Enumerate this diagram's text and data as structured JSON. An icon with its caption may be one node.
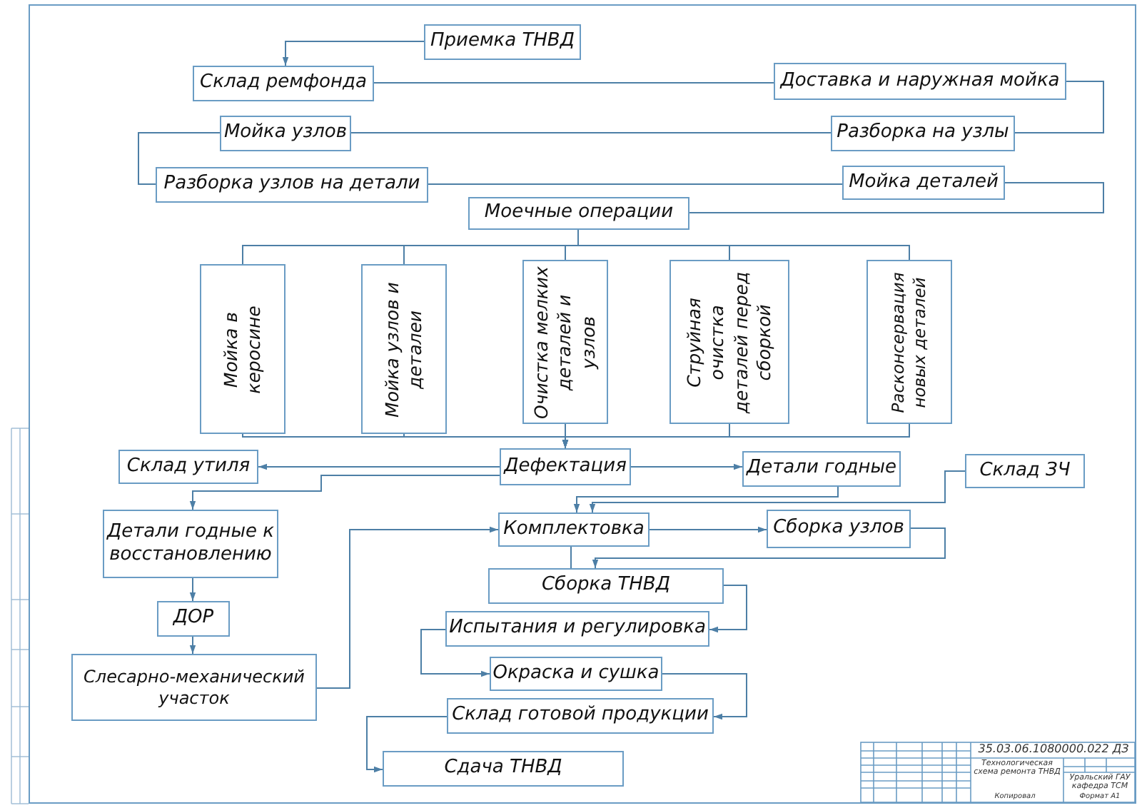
{
  "diagram": {
    "nodes": [
      {
        "text": [
          "Приемка ТНВД"
        ]
      },
      {
        "text": [
          "Склад ремфонда"
        ]
      },
      {
        "text": [
          "Доставка и наружная мойка"
        ]
      },
      {
        "text": [
          "Мойка узлов"
        ]
      },
      {
        "text": [
          "Разборка на узлы"
        ]
      },
      {
        "text": [
          "Разборка узлов на детали"
        ]
      },
      {
        "text": [
          "Мойка деталей"
        ]
      },
      {
        "text": [
          "Моечные операции"
        ]
      },
      {
        "text": [
          "Мойка в керосине"
        ]
      },
      {
        "text": [
          "Мойка узлов и деталеи"
        ]
      },
      {
        "text": [
          "Очистка мелких деталей и узлов"
        ]
      },
      {
        "text": [
          "Струйная очистка деталей перед сборкой"
        ]
      },
      {
        "text": [
          "Расконсервация новых деталей"
        ]
      },
      {
        "text": [
          "Склад утиля"
        ]
      },
      {
        "text": [
          "Дефектация"
        ]
      },
      {
        "text": [
          "Детали годные"
        ]
      },
      {
        "text": [
          "Склад ЗЧ"
        ]
      },
      {
        "text": [
          "Детали годные к восстановлению"
        ]
      },
      {
        "text": [
          "ДОР"
        ]
      },
      {
        "text": [
          "Слесарно-механический участок"
        ]
      },
      {
        "text": [
          "Комплектовка"
        ]
      },
      {
        "text": [
          "Сборка узлов"
        ]
      },
      {
        "text": [
          "Сборка ТНВД"
        ]
      },
      {
        "text": [
          "Испытания и регулировка"
        ]
      },
      {
        "text": [
          "Окраска и сушка"
        ]
      },
      {
        "text": [
          "Склад готовой продукции"
        ]
      },
      {
        "text": [
          "Сдача ТНВД"
        ]
      }
    ],
    "edges": [
      {
        "from": 0,
        "to": 1,
        "arrow": "to"
      },
      {
        "from": 1,
        "to": 2,
        "arrow": "none"
      },
      {
        "from": 2,
        "to": 4,
        "arrow": "none"
      },
      {
        "from": 4,
        "to": 3,
        "arrow": "none"
      },
      {
        "from": 3,
        "to": 5,
        "arrow": "none"
      },
      {
        "from": 5,
        "to": 6,
        "arrow": "none"
      },
      {
        "from": 6,
        "to": 7,
        "arrow": "none"
      },
      {
        "from": 7,
        "to": 8,
        "arrow": "none"
      },
      {
        "from": 7,
        "to": 9,
        "arrow": "none"
      },
      {
        "from": 7,
        "to": 10,
        "arrow": "none"
      },
      {
        "from": 7,
        "to": 11,
        "arrow": "none"
      },
      {
        "from": 7,
        "to": 12,
        "arrow": "none"
      },
      {
        "from": 8,
        "to": 14,
        "arrow": "to"
      },
      {
        "from": 9,
        "to": 14,
        "arrow": "to"
      },
      {
        "from": 10,
        "to": 14,
        "arrow": "to"
      },
      {
        "from": 11,
        "to": 14,
        "arrow": "to"
      },
      {
        "from": 12,
        "to": 14,
        "arrow": "to"
      },
      {
        "from": 14,
        "to": 13,
        "arrow": "to"
      },
      {
        "from": 14,
        "to": 17,
        "arrow": "to"
      },
      {
        "from": 14,
        "to": 15,
        "arrow": "to"
      },
      {
        "from": 15,
        "to": 20,
        "arrow": "to"
      },
      {
        "from": 16,
        "to": 20,
        "arrow": "to"
      },
      {
        "from": 17,
        "to": 18,
        "arrow": "to"
      },
      {
        "from": 18,
        "to": 19,
        "arrow": "to"
      },
      {
        "from": 19,
        "to": 20,
        "arrow": "to"
      },
      {
        "from": 20,
        "to": 21,
        "arrow": "to"
      },
      {
        "from": 20,
        "to": 22,
        "arrow": "none"
      },
      {
        "from": 21,
        "to": 22,
        "arrow": "to"
      },
      {
        "from": 22,
        "to": 23,
        "arrow": "to"
      },
      {
        "from": 23,
        "to": 24,
        "arrow": "to"
      },
      {
        "from": 24,
        "to": 25,
        "arrow": "to"
      },
      {
        "from": 25,
        "to": 26,
        "arrow": "to"
      }
    ],
    "labels": [
      "35.03.06.1080000.022 ДЗ",
      "Технологическая схема ремонта ТНВД",
      "Уральский ГАУ кафедра ТСМ",
      "Копировал",
      "Формат А1"
    ]
  }
}
